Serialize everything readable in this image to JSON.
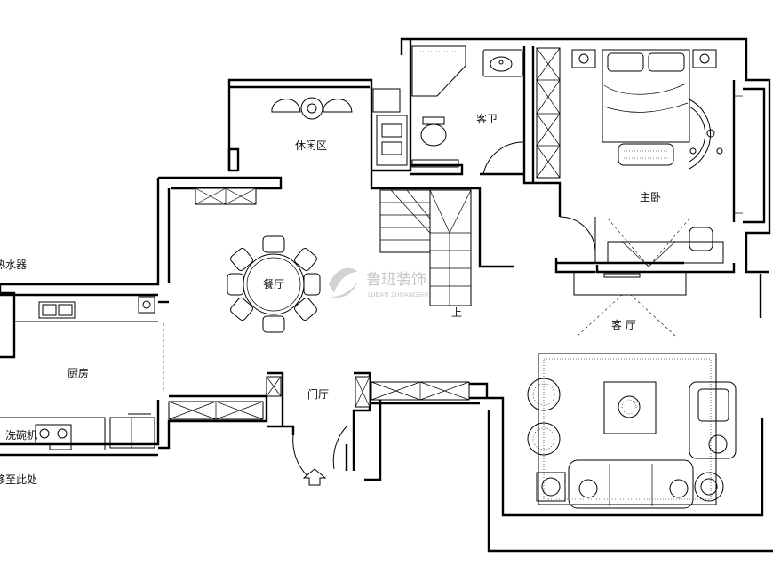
{
  "rooms": {
    "leisure_area": "休闲区",
    "guest_bath": "客卫",
    "master_bedroom": "主卧",
    "dining_room": "餐厅",
    "kitchen": "厨房",
    "foyer": "门厅",
    "living_room": "客 厅",
    "stairs_up": "上"
  },
  "annotations": {
    "water_heater": "热水器",
    "dishwasher": "洗碗机",
    "moved_here": "移至此处"
  },
  "watermark": {
    "brand_cn": "鲁班装饰",
    "brand_en": "LUBAN ZHUANGSHI"
  },
  "colors": {
    "line": "#000000",
    "background": "#ffffff",
    "watermark": "#b8b8b8"
  }
}
